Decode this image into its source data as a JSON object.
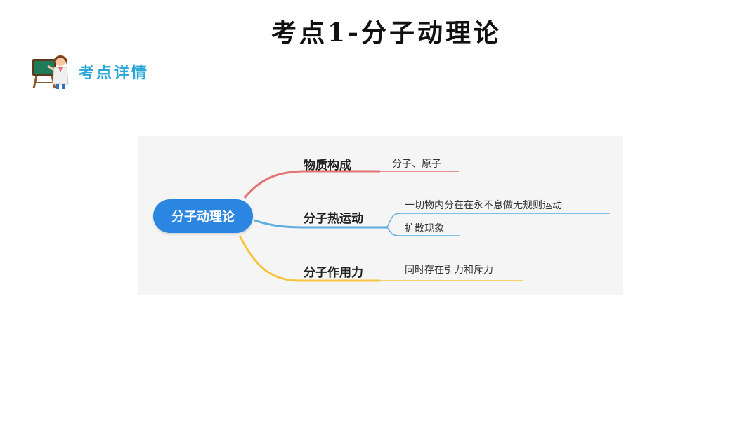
{
  "title": "考点1-分子动理论",
  "section_label": "考点详情",
  "mindmap": {
    "root": "分子动理论",
    "branches": [
      {
        "label": "物质构成",
        "color": "#e57373",
        "leaves": [
          "分子、原子"
        ]
      },
      {
        "label": "分子热运动",
        "color": "#5dade2",
        "leaves": [
          "一切物内分在在永不息做无规则运动",
          "扩散现象"
        ]
      },
      {
        "label": "分子作用力",
        "color": "#f5c542",
        "leaves": [
          "同时存在引力和斥力"
        ]
      }
    ]
  }
}
